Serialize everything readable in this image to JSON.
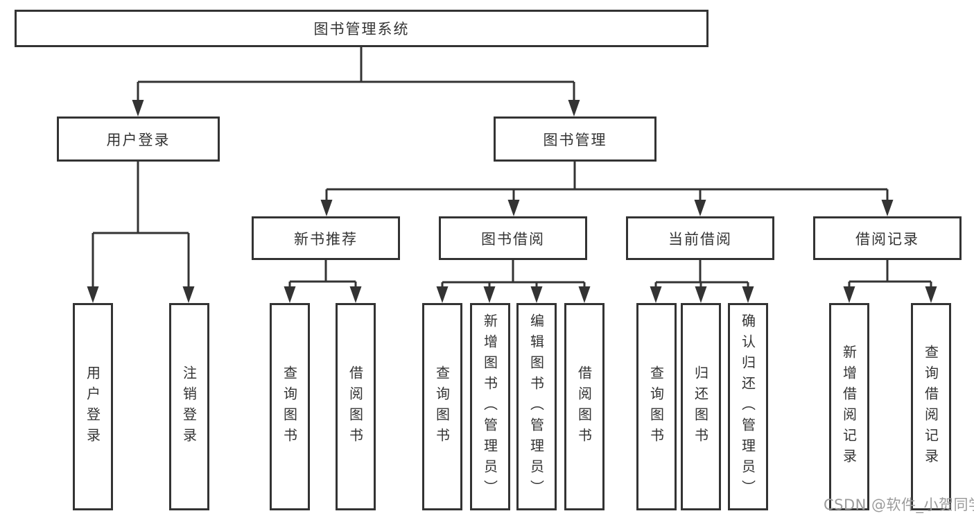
{
  "diagram": {
    "root": "图书管理系统",
    "level2": [
      "用户登录",
      "图书管理"
    ],
    "level3": [
      "新书推荐",
      "图书借阅",
      "当前借阅",
      "借阅记录"
    ],
    "leaves": {
      "user_login": [
        "用户登录",
        "注销登录"
      ],
      "new_book_recommend": [
        "查询图书",
        "借阅图书"
      ],
      "book_borrow": [
        "查询图书",
        "新增图书（管理员）",
        "编辑图书（管理员）",
        "借阅图书"
      ],
      "current_borrow": [
        "查询图书",
        "归还图书",
        "确认归还（管理员）"
      ],
      "borrow_records": [
        "新增借阅记录",
        "查询借阅记录"
      ]
    }
  },
  "watermark": {
    "text": "CSDN @软件_小贺同学"
  },
  "colors": {
    "line": "#333333",
    "text": "#333333",
    "watermark": "#9b9b9b",
    "background": "#ffffff"
  }
}
